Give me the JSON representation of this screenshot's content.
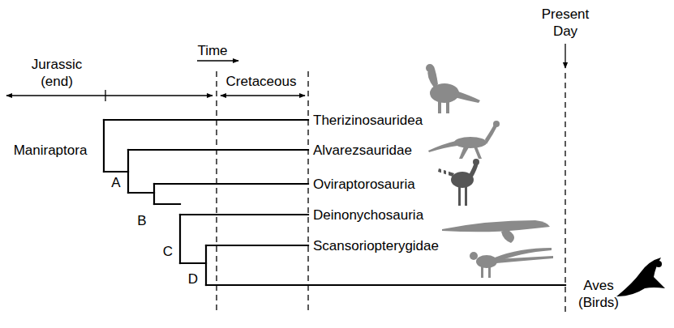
{
  "diagram": {
    "labels": [
      "Jurassic (end)",
      "Time",
      "Cretaceous",
      "Present Day",
      "Maniraptora",
      "A",
      "B",
      "C",
      "D",
      "Therizinosauridea",
      "Alvarezsauridae",
      "Oviraptorosauria",
      "Deinonychosauria",
      "Scansoriopterygidae",
      "Aves (Birds)"
    ]
  }
}
